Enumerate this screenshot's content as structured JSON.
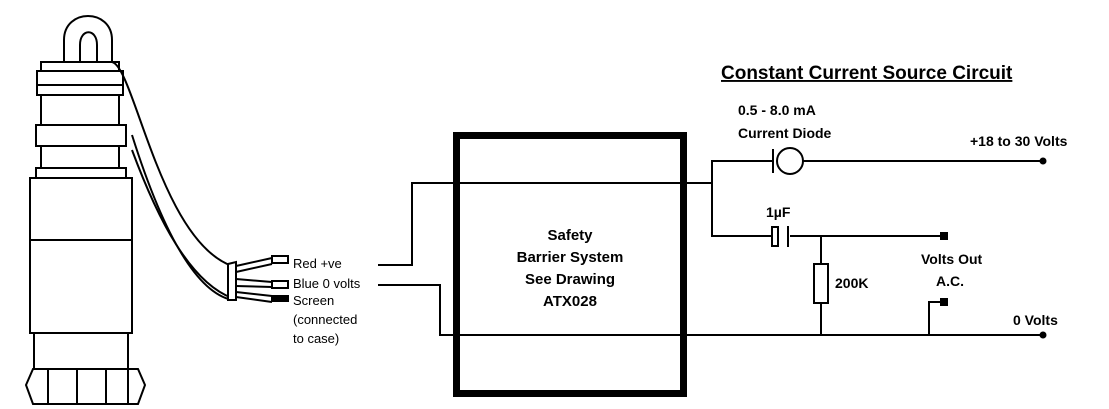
{
  "circuit": {
    "title": "Constant Current Source Circuit",
    "diode_range": "0.5 - 8.0 mA",
    "diode_label": "Current Diode",
    "supply": "+18 to 30 Volts",
    "capacitor": "1µF",
    "resistor": "200K",
    "volts_out_1": "Volts Out",
    "volts_out_2": "A.C.",
    "ground": "0 Volts"
  },
  "barrier": {
    "line1": "Safety",
    "line2": "Barrier System",
    "line3": "See Drawing",
    "line4": "ATX028"
  },
  "wires": {
    "red": "Red +ve",
    "blue": "Blue 0 volts",
    "screen": "Screen",
    "screen_note_1": "(connected",
    "screen_note_2": "to case)"
  }
}
